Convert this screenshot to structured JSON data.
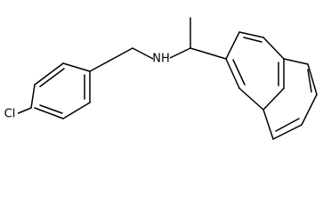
{
  "diagram": {
    "type": "chemical-structure",
    "atom_labels": {
      "chlorine": "Cl",
      "amine": "NH"
    },
    "colors": {
      "background": "#ffffff",
      "bonds": "#000000",
      "text": "#000000"
    }
  }
}
